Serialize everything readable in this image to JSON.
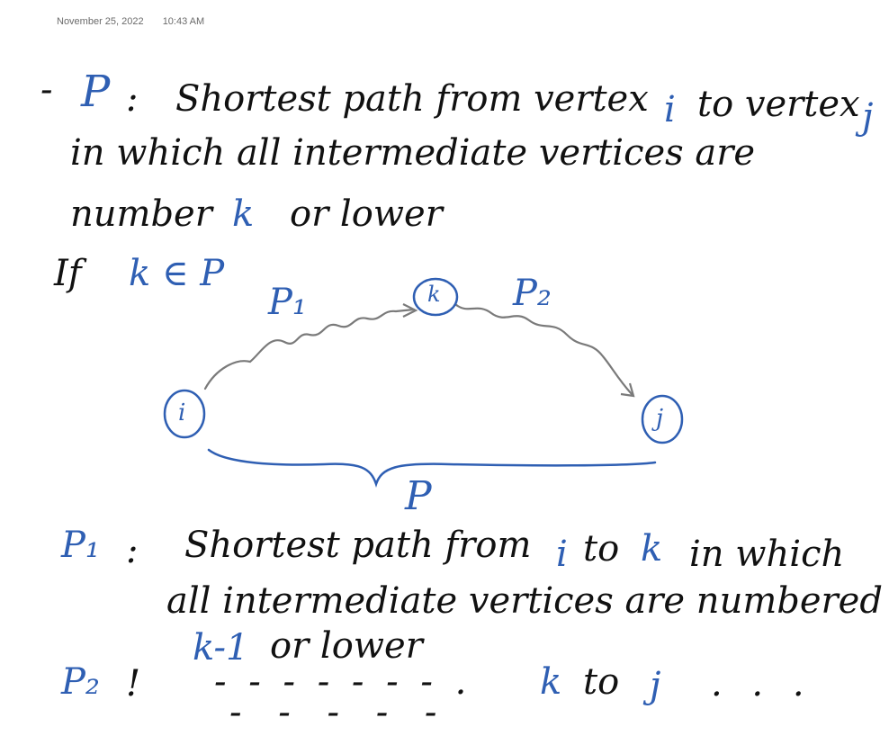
{
  "header": {
    "date": "November 25, 2022",
    "time": "10:43 AM"
  },
  "colors": {
    "ink": "#111111",
    "blue": "#2f5fb3",
    "gray": "#7a7a7a"
  },
  "note": {
    "line1_dash": "-",
    "line1_p": "P",
    "line1_colon": ":",
    "line1_text": "Shortest path from vertex",
    "line1_i": "i",
    "line1_to": "to vertex",
    "line1_j": "j",
    "line2_text": "in which all intermediate vertices are",
    "line3_text": "number",
    "line3_k": "k",
    "line3_rest": "or lower",
    "line4_if": "If",
    "line4_expr": "k ∈ P",
    "diagram": {
      "p1": "P₁",
      "p2": "P₂",
      "node_k": "k",
      "node_i": "i",
      "node_j": "j",
      "brace_p": "P"
    },
    "p1_def": {
      "label": "P₁",
      "colon": ":",
      "text_a": "Shortest path from",
      "i": "i",
      "to": "to",
      "k": "k",
      "text_b": "in which",
      "line2": "all intermediate vertices are numbered",
      "k_minus_1": "k-1",
      "or_lower": "or lower"
    },
    "p2_def": {
      "label": "P₂",
      "colon": "!",
      "dashes_a": "- - - - - - - .",
      "k": "k",
      "to": "to",
      "j": "j",
      "dashes_b": ". . .",
      "dashes_c": "- - - - -"
    }
  }
}
